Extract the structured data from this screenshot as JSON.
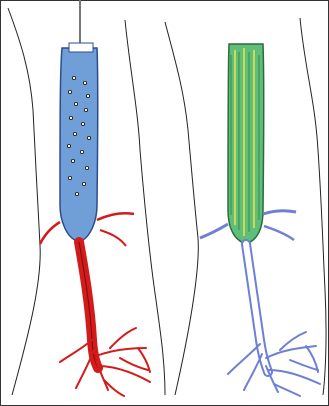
{
  "figure": {
    "type": "hand-drawn illustration",
    "panels": [
      {
        "id": "left",
        "description_label": "",
        "device_color": "#6f9fd6",
        "device_dot_color": "#222222",
        "vessel_color": "#d31b1b",
        "vessel_outline": "#000000"
      },
      {
        "id": "right",
        "description_label": "",
        "device_color": "#5fbf7a",
        "device_stripe_color": "#e9e24a",
        "vessel_color": "#6e7fd6",
        "vessel_outline": "#000000"
      }
    ],
    "frame_color": "#222222"
  }
}
